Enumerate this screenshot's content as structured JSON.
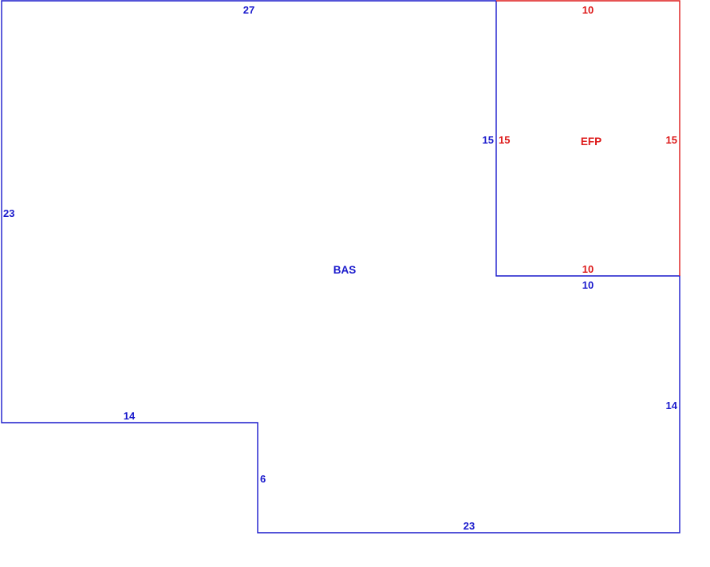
{
  "colors": {
    "main": "#1a1acc",
    "porch": "#dd1a1a",
    "background": "#ffffff"
  },
  "areas": {
    "main": {
      "code": "BAS",
      "dims": {
        "top": "27",
        "left": "23",
        "bottom_left": "14",
        "step": "6",
        "bottom": "23",
        "right_lower": "14",
        "porch_bottom_outside": "10",
        "porch_left_outside": "15"
      }
    },
    "porch": {
      "code": "EFP",
      "dims": {
        "top": "10",
        "left": "15",
        "right": "15",
        "bottom": "10"
      }
    }
  }
}
